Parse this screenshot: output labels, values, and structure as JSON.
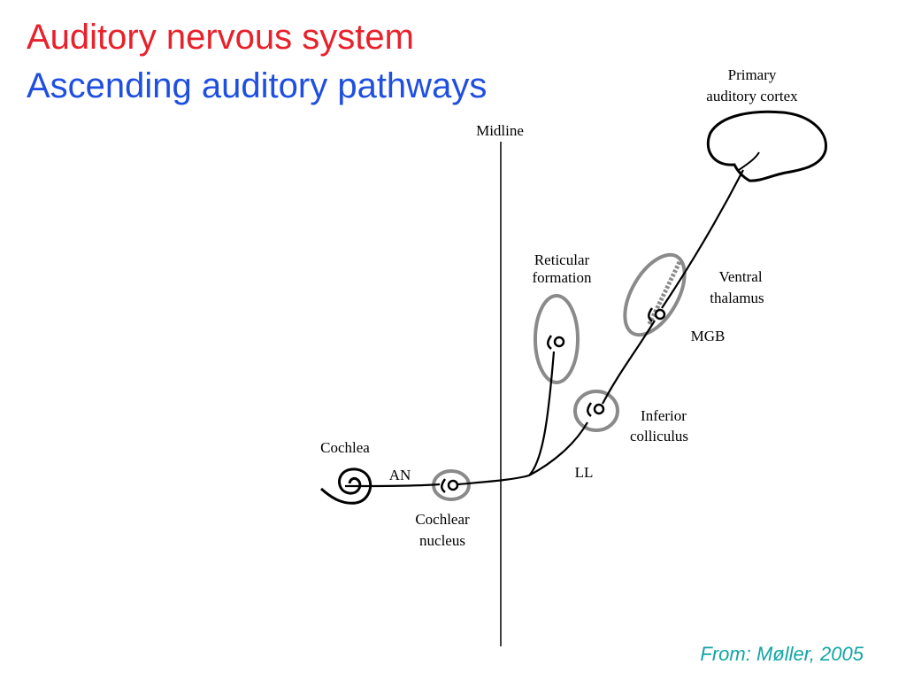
{
  "title": {
    "line1": "Auditory nervous system",
    "line2": "Ascending auditory pathways"
  },
  "labels": {
    "midline": "Midline",
    "primary_cortex_1": "Primary",
    "primary_cortex_2": "auditory cortex",
    "reticular_1": "Reticular",
    "reticular_2": "formation",
    "ventral_thalamus_1": "Ventral",
    "ventral_thalamus_2": "thalamus",
    "mgb": "MGB",
    "inferior_colliculus_1": "Inferior",
    "inferior_colliculus_2": "colliculus",
    "cochlea": "Cochlea",
    "an": "AN",
    "ll": "LL",
    "cochlear_nucleus_1": "Cochlear",
    "cochlear_nucleus_2": "nucleus"
  },
  "source": "From: Møller, 2005",
  "colors": {
    "title_line1": "#e8212b",
    "title_line2": "#1f4fe0",
    "nucleus_outline": "#8a8a8a",
    "pathway": "#000000",
    "source": "#12a5a5"
  }
}
